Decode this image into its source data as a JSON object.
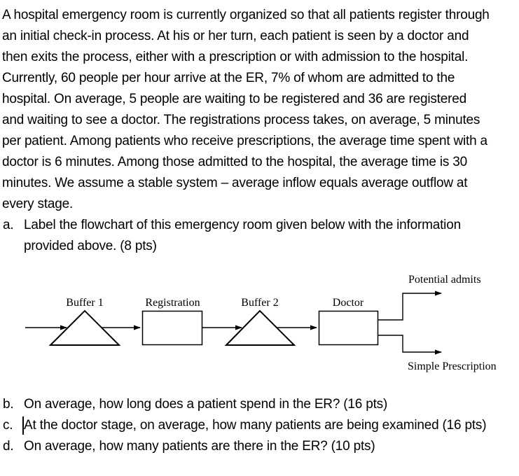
{
  "document": {
    "paragraph_lines": [
      "A hospital emergency room is currently organized so that all patients register through",
      "an initial check-in process. At his or her turn, each patient is seen by a doctor and",
      "then exits the process, either with a prescription or with admission to the hospital.",
      "Currently, 60 people per hour arrive at the ER, 7% of whom are admitted to the",
      "hospital. On average, 5 people are waiting to be registered and 36 are registered",
      "and waiting to see a doctor. The registrations process takes, on average, 5 minutes",
      "per patient. Among patients who receive prescriptions, the average time spent with a",
      "doctor is 6 minutes. Among those admitted to the hospital, the average time is 30",
      "minutes. We assume a stable system – average inflow equals average outflow at",
      "every stage."
    ],
    "question_a": {
      "marker": "a.",
      "line1": "Label the flowchart of this emergency room given below with the information",
      "line2": "provided above. (8 pts)"
    },
    "questions": [
      {
        "marker": "b.",
        "text": "On average, how long does a patient spend in the ER? (16 pts)"
      },
      {
        "marker": "c.",
        "text": "At the doctor stage, on average, how many patients are being examined (16 pts)"
      },
      {
        "marker": "d.",
        "text": "On average, how many patients are there in the ER? (10 pts)"
      }
    ]
  },
  "flowchart": {
    "nodes": {
      "buffer1": "Buffer 1",
      "registration": "Registration",
      "buffer2": "Buffer 2",
      "doctor": "Doctor"
    },
    "outputs": {
      "top": "Potential admits",
      "bottom": "Simple Prescription"
    },
    "line_color": "#000000"
  }
}
